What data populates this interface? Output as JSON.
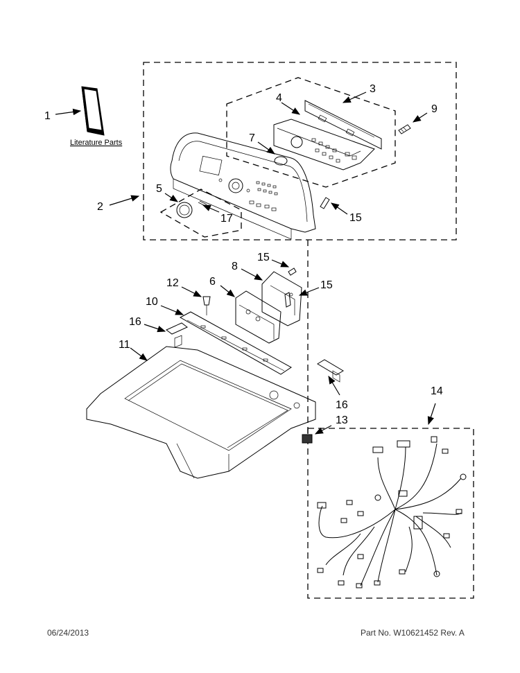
{
  "literature_label": "Literature Parts",
  "callouts": [
    "1",
    "2",
    "3",
    "4",
    "5",
    "6",
    "7",
    "8",
    "9",
    "10",
    "11",
    "12",
    "13",
    "14",
    "15",
    "15",
    "16",
    "16",
    "17"
  ],
  "footer": {
    "date": "06/24/2013",
    "part_no": "Part No.  W10621452  Rev.  A"
  }
}
